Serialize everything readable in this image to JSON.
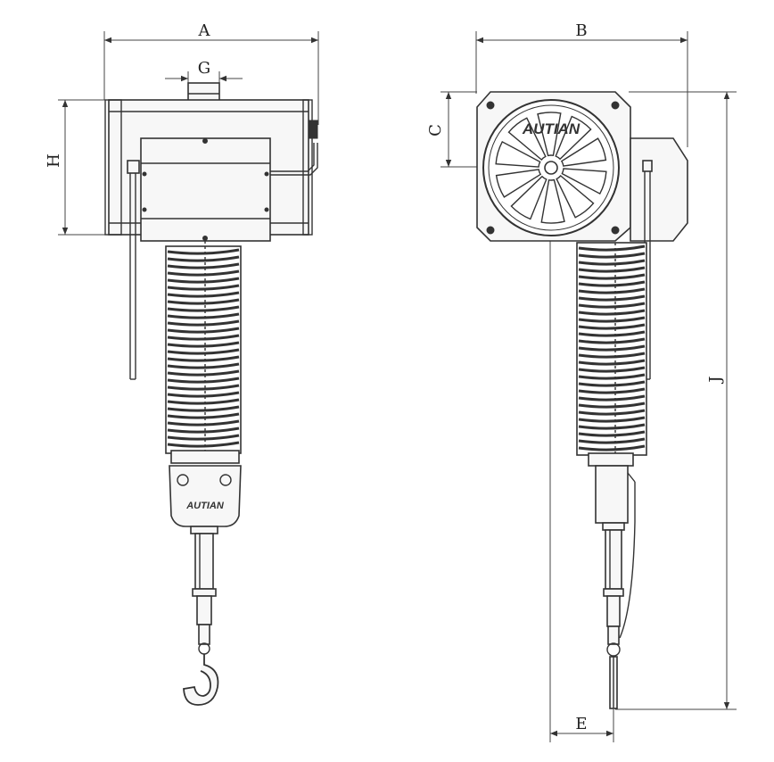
{
  "dimensions": {
    "a": "A",
    "b": "B",
    "c": "C",
    "e": "E",
    "g": "G",
    "h": "H",
    "j": "J"
  },
  "brand": {
    "logo_text": "AUTIAN"
  },
  "colors": {
    "line": "#333333",
    "background": "#ffffff"
  }
}
